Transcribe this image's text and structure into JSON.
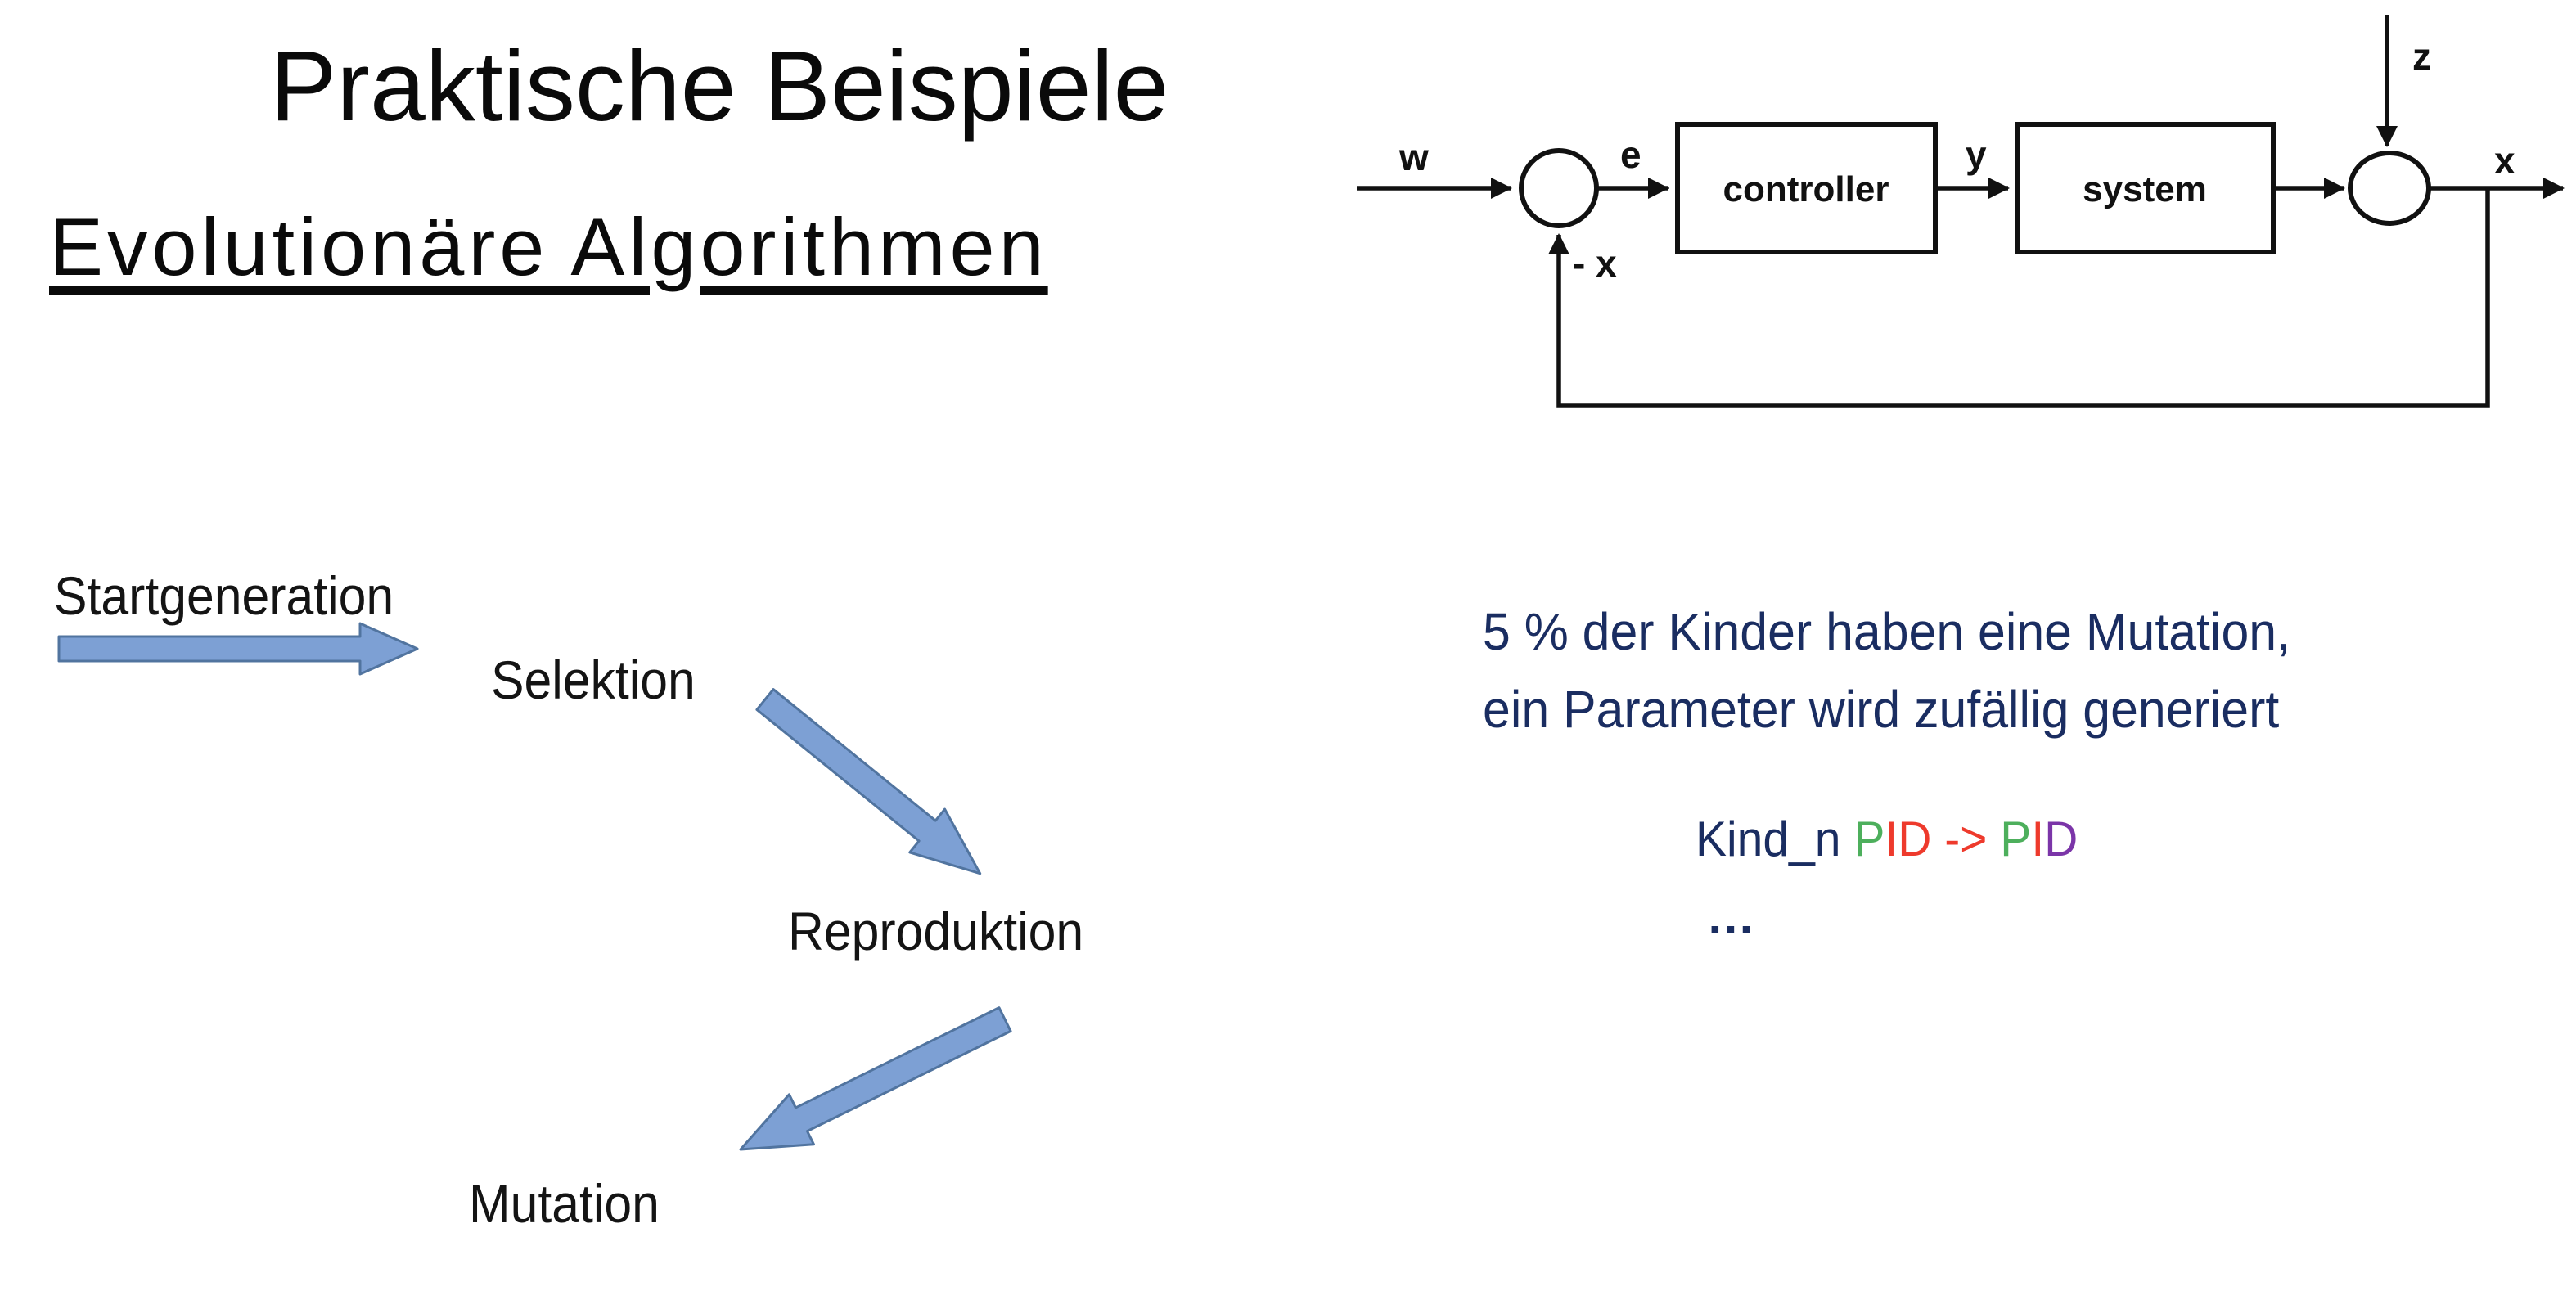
{
  "slide": {
    "title": "Praktische Beispiele",
    "subtitle": "Evolutionäre Algorithmen"
  },
  "block_diagram": {
    "input_label": "w",
    "error_label": "e",
    "controller_label": "controller",
    "controller_output_label": "y",
    "system_label": "system",
    "disturbance_label": "z",
    "output_label": "x",
    "feedback_label": "- x"
  },
  "flow": {
    "steps": [
      "Startgeneration",
      "Selektion",
      "Reproduktion",
      "Mutation"
    ]
  },
  "mutation_note": {
    "line1": "5 % der Kinder haben eine Mutation,",
    "line2": "ein Parameter wird zufällig generiert",
    "kind_label": "Kind_n ",
    "pid_before": [
      {
        "ch": "P",
        "color": "green"
      },
      {
        "ch": "I",
        "color": "red"
      },
      {
        "ch": "D",
        "color": "red"
      }
    ],
    "arrow": " -> ",
    "pid_after": [
      {
        "ch": "P",
        "color": "green"
      },
      {
        "ch": "I",
        "color": "red"
      },
      {
        "ch": "D",
        "color": "purple"
      }
    ],
    "ellipsis": "…"
  },
  "colors": {
    "navy": "#1a2d61",
    "green": "#4daf5c",
    "red": "#ee3a2c",
    "purple": "#7b35a8",
    "arrow_fill": "#7da0d4",
    "arrow_stroke": "#51749f",
    "diagram_stroke": "#111111"
  }
}
